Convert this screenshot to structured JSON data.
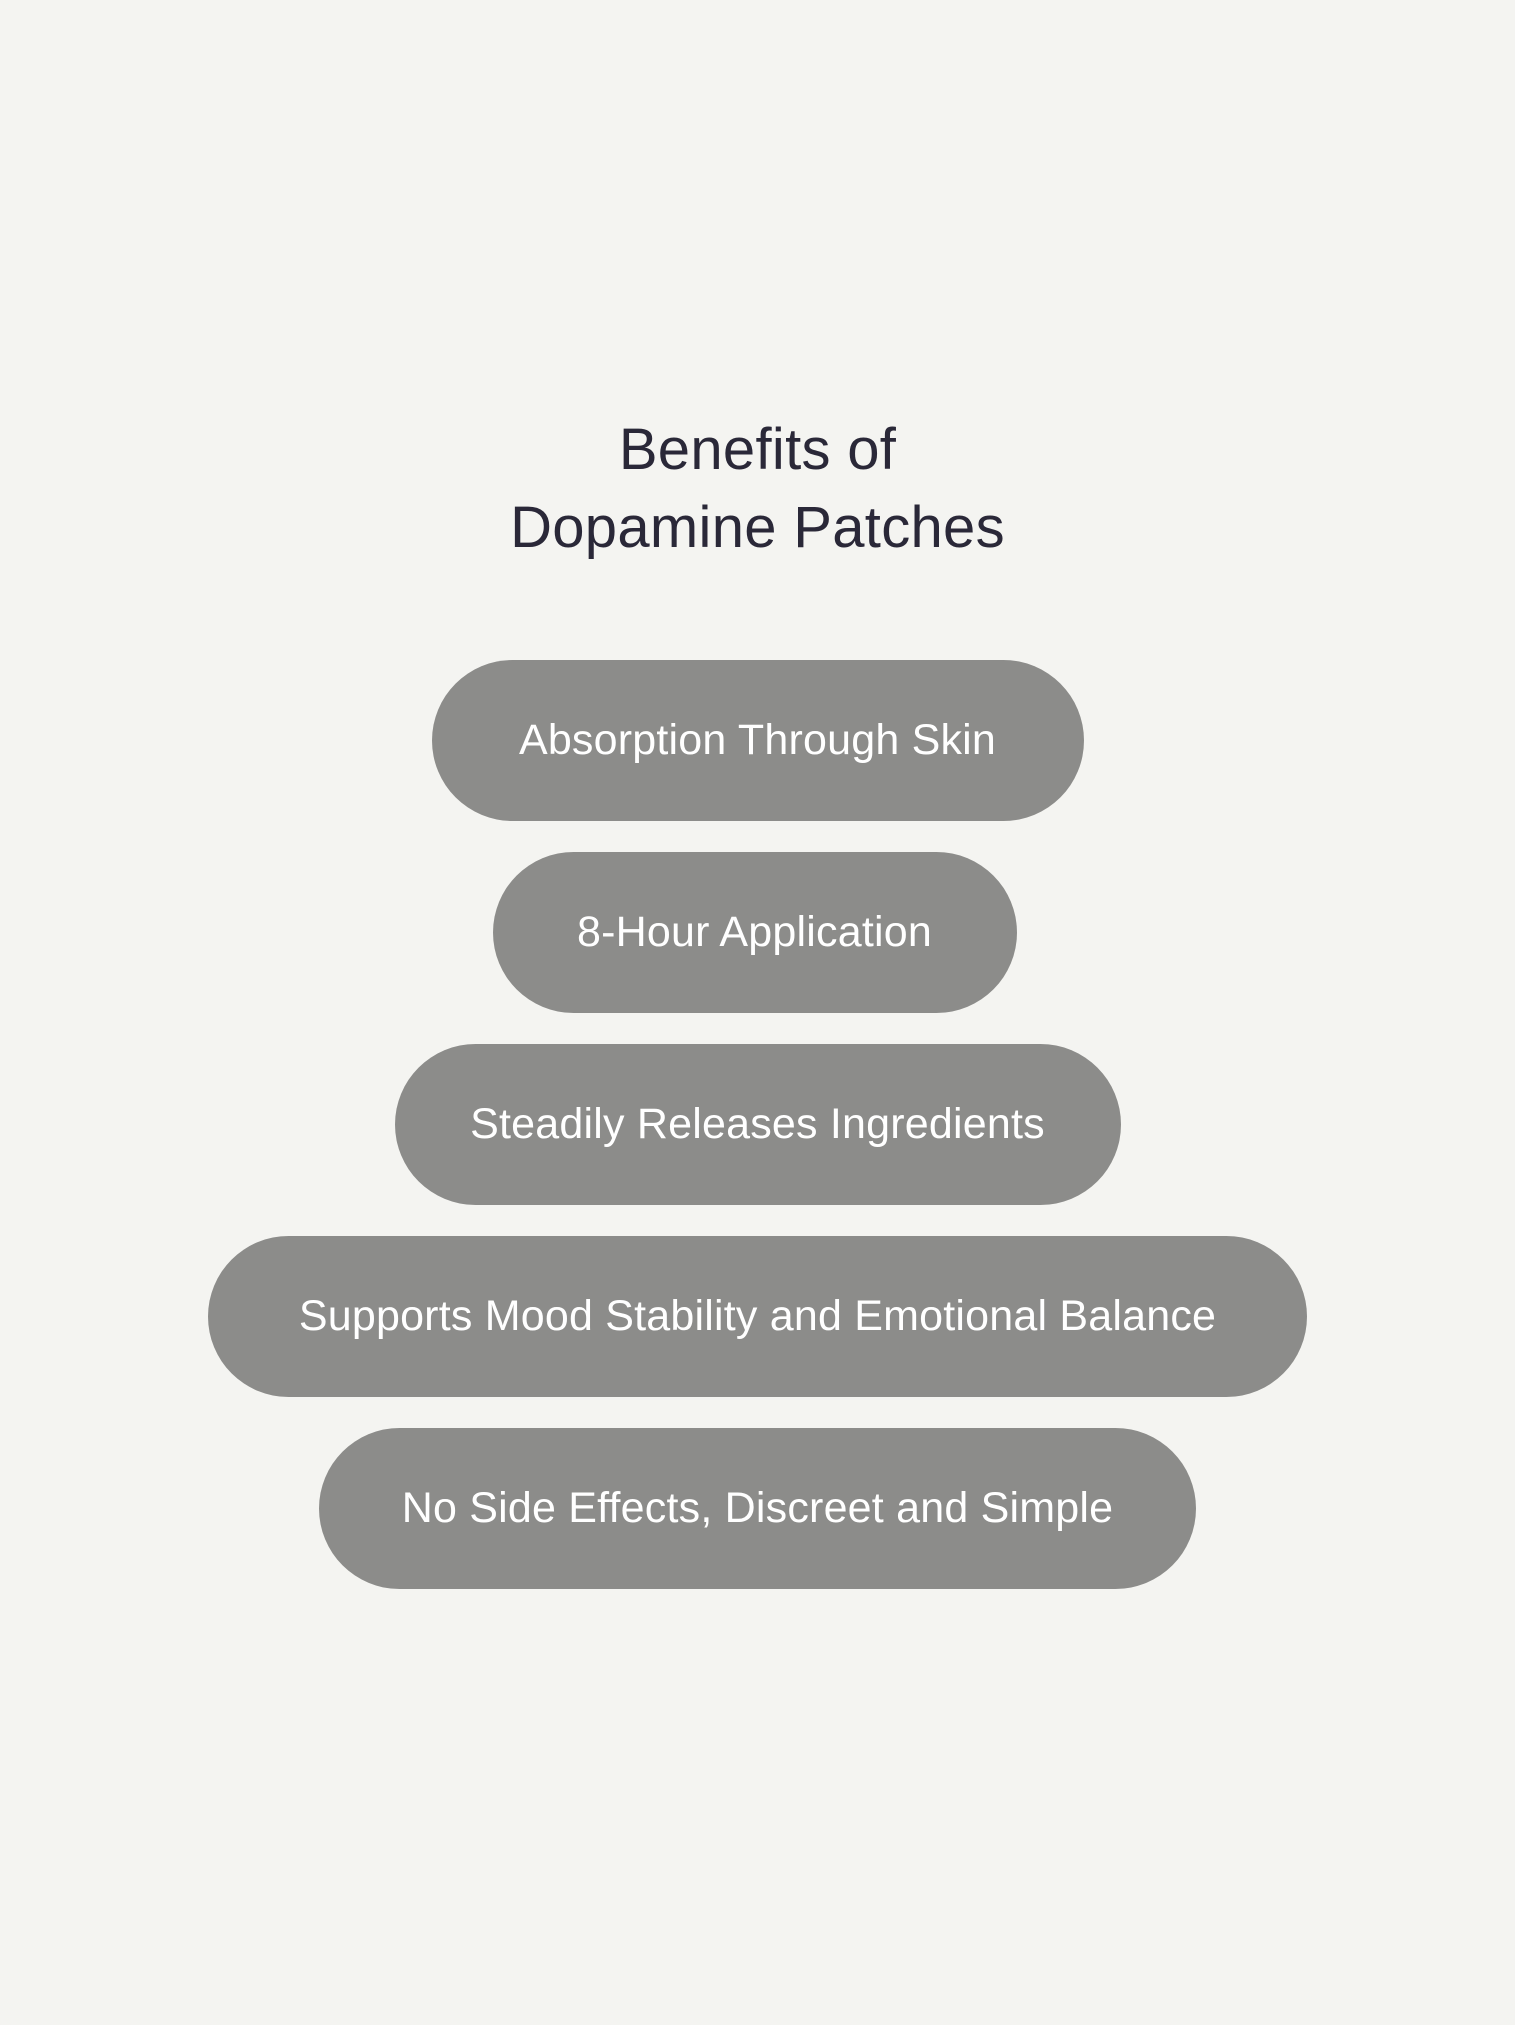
{
  "title": {
    "line1": "Benefits of",
    "line2": "Dopamine Patches"
  },
  "benefits": [
    {
      "label": "Absorption Through Skin"
    },
    {
      "label": "8-Hour Application"
    },
    {
      "label": "Steadily Releases Ingredients"
    },
    {
      "label": "Supports Mood Stability and Emotional Balance"
    },
    {
      "label": "No Side Effects, Discreet and Simple"
    }
  ],
  "colors": {
    "background": "#f4f4f1",
    "title_text": "#2a2838",
    "pill_fill": "#8c8c8a",
    "pill_text": "#ffffff"
  }
}
